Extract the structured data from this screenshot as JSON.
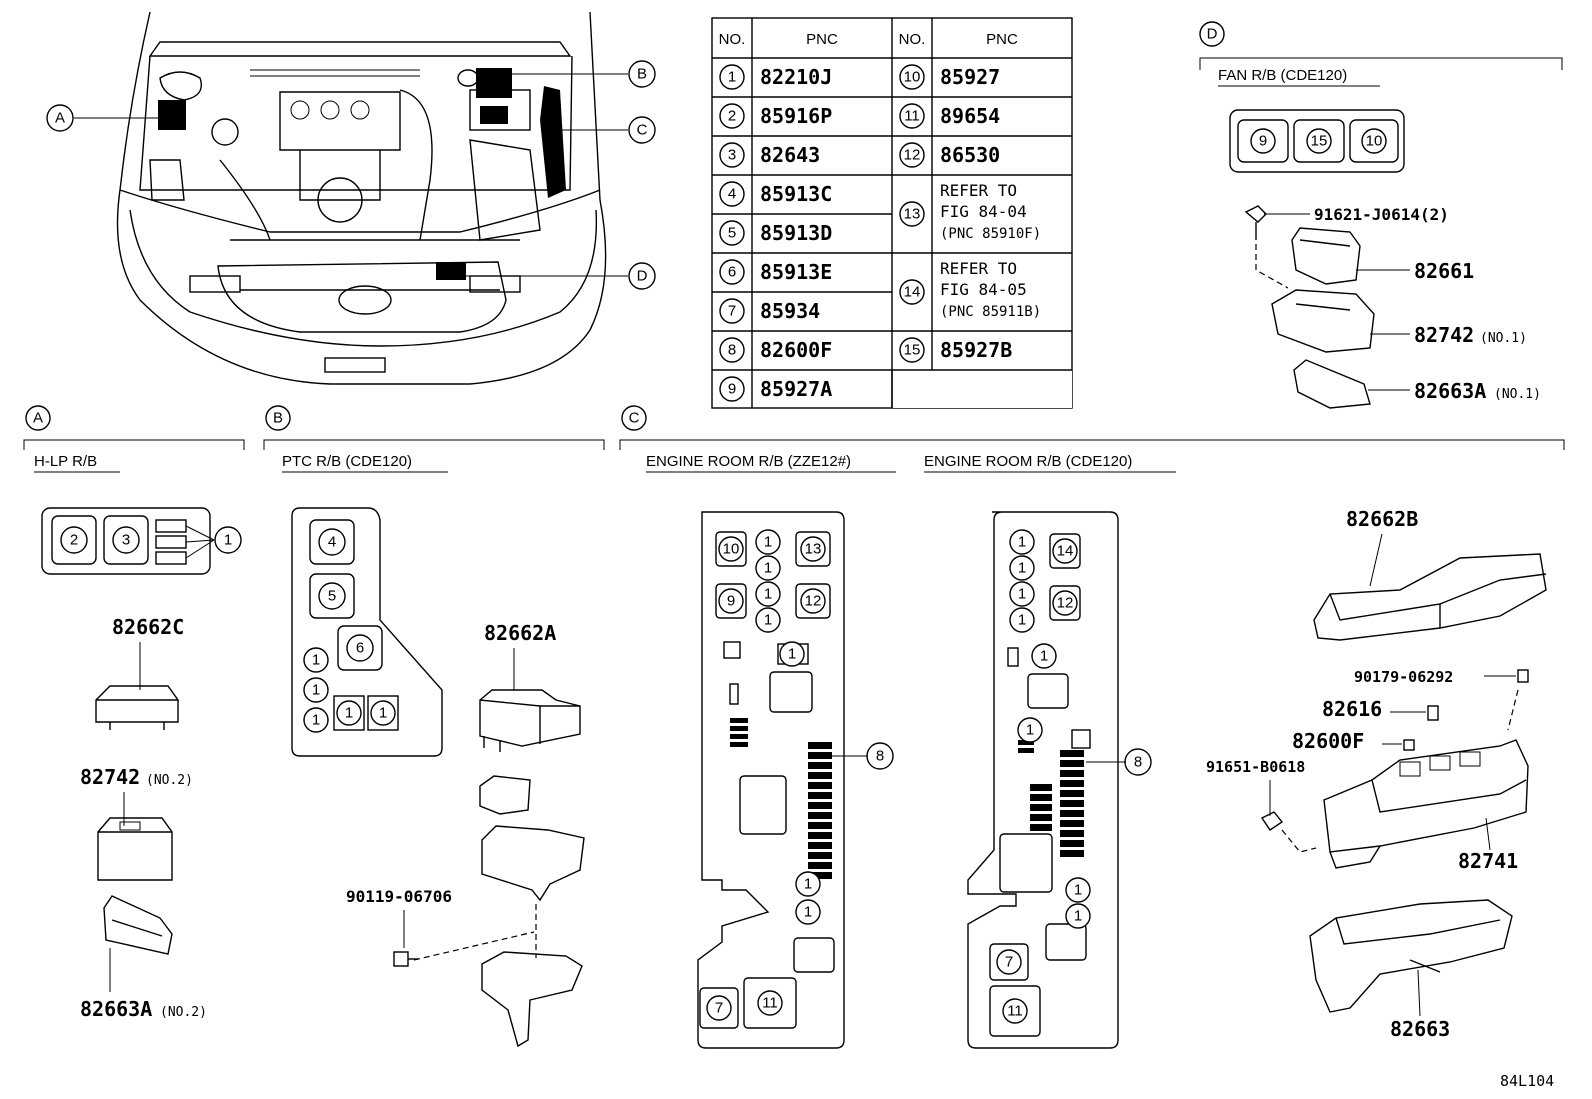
{
  "table": {
    "headers": [
      "NO.",
      "PNC",
      "NO.",
      "PNC"
    ],
    "left": [
      {
        "no": "1",
        "pnc": "82210J"
      },
      {
        "no": "2",
        "pnc": "85916P"
      },
      {
        "no": "3",
        "pnc": "82643"
      },
      {
        "no": "4",
        "pnc": "85913C"
      },
      {
        "no": "5",
        "pnc": "85913D"
      },
      {
        "no": "6",
        "pnc": "85913E"
      },
      {
        "no": "7",
        "pnc": "85934"
      },
      {
        "no": "8",
        "pnc": "82600F"
      },
      {
        "no": "9",
        "pnc": "85927A"
      }
    ],
    "right": [
      {
        "no": "10",
        "pnc": "85927"
      },
      {
        "no": "11",
        "pnc": "89654"
      },
      {
        "no": "12",
        "pnc": "86530"
      },
      {
        "no": "13",
        "lines": [
          "REFER TO",
          "FIG 84-04",
          "(PNC 85910F)"
        ]
      },
      {
        "no": "14",
        "lines": [
          "REFER TO",
          "FIG 84-05",
          "(PNC 85911B)"
        ]
      },
      {
        "no": "15",
        "pnc": "85927B"
      }
    ]
  },
  "overview_callouts": [
    "A",
    "B",
    "C",
    "D"
  ],
  "sections": {
    "A": {
      "letter": "A",
      "title": "H-LP R/B"
    },
    "B": {
      "letter": "B",
      "title": "PTC R/B (CDE120)"
    },
    "C": {
      "letter": "C",
      "title1": "ENGINE ROOM R/B (ZZE12#)",
      "title2": "ENGINE ROOM R/B (CDE120)"
    },
    "D": {
      "letter": "D",
      "title": "FAN R/B (CDE120)"
    }
  },
  "parts": {
    "a1": "82662C",
    "a2": "82742",
    "a2_note": "(NO.2)",
    "a3": "82663A",
    "a3_note": "(NO.2)",
    "b1": "82662A",
    "b2": "90119-06706",
    "d1": "91621-J0614(2)",
    "d2": "82661",
    "d3": "82742",
    "d3_note": "(NO.1)",
    "d4": "82663A",
    "d4_note": "(NO.1)",
    "c1": "82662B",
    "c2": "90179-06292",
    "c3": "82616",
    "c4": "82600F",
    "c5": "91651-B0618",
    "c6": "82741",
    "c7": "82663"
  },
  "figure_id": "84L104"
}
